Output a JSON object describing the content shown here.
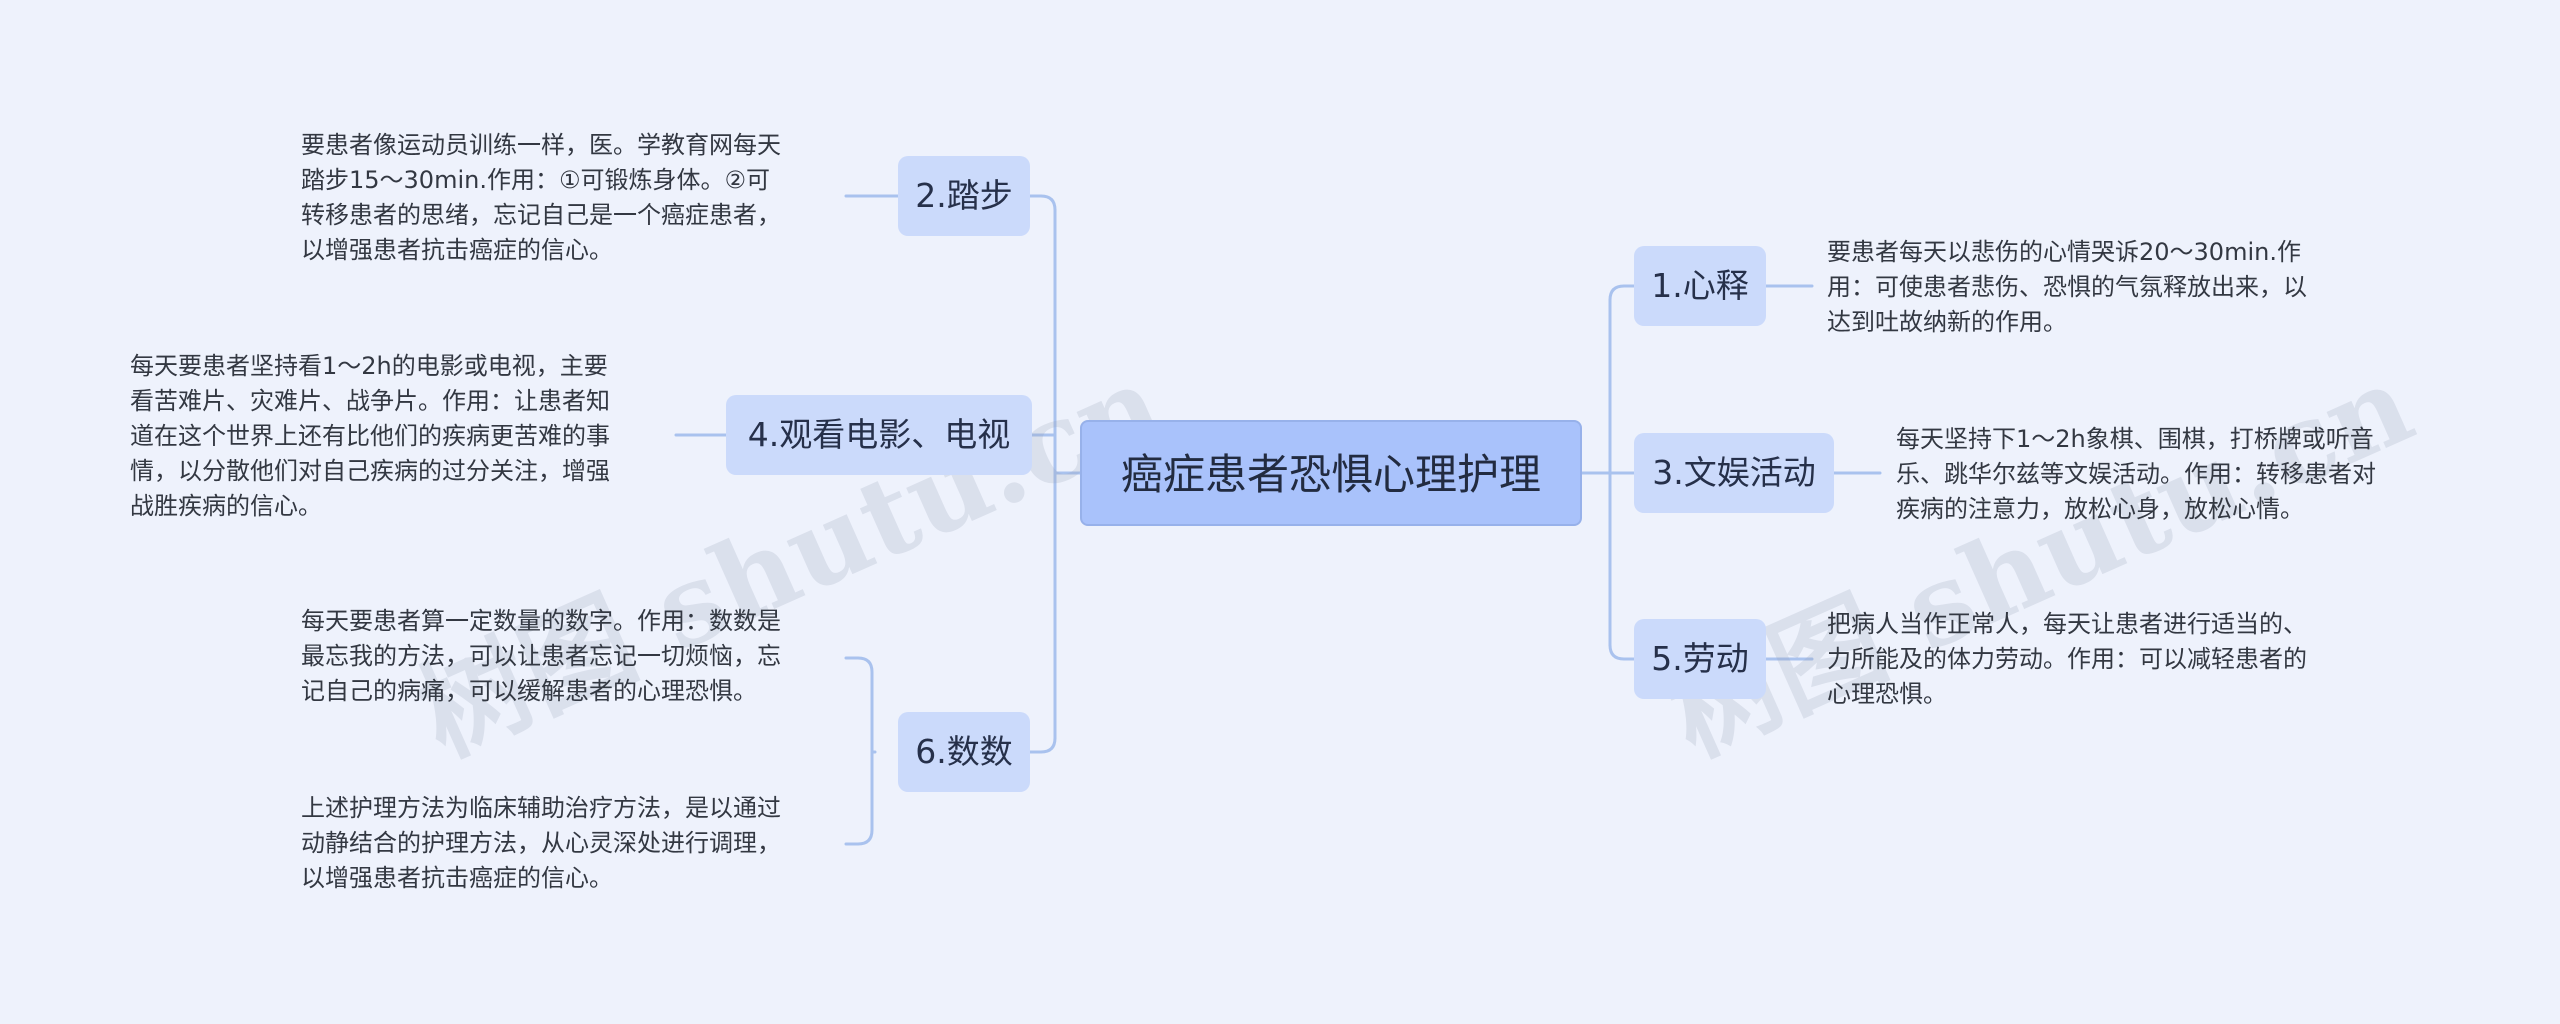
{
  "root": {
    "label": "癌症患者恐惧心理护理"
  },
  "branches": {
    "b1": {
      "label": "1.心释",
      "text": [
        "要患者每天以悲伤的心情哭诉20～30min.作",
        "用：可使患者悲伤、恐惧的气氛释放出来，以",
        "达到吐故纳新的作用。"
      ]
    },
    "b3": {
      "label": "3.文娱活动",
      "text": [
        "每天坚持下1～2h象棋、围棋，打桥牌或听音",
        "乐、跳华尔兹等文娱活动。作用：转移患者对",
        "疾病的注意力，放松心身，放松心情。"
      ]
    },
    "b5": {
      "label": "5.劳动",
      "text": [
        "把病人当作正常人，每天让患者进行适当的、",
        "力所能及的体力劳动。作用：可以减轻患者的",
        "心理恐惧。"
      ]
    },
    "b2": {
      "label": "2.踏步",
      "text": [
        "要患者像运动员训练一样，医。学教育网每天",
        "踏步15～30min.作用：①可锻炼身体。②可",
        "转移患者的思绪，忘记自己是一个癌症患者，",
        "以增强患者抗击癌症的信心。"
      ]
    },
    "b4": {
      "label": "4.观看电影、电视",
      "text": [
        "每天要患者坚持看1～2h的电影或电视，主要",
        "看苦难片、灾难片、战争片。作用：让患者知",
        "道在这个世界上还有比他们的疾病更苦难的事",
        "情，以分散他们对自己疾病的过分关注，增强",
        "战胜疾病的信心。"
      ]
    },
    "b6": {
      "label": "6.数数",
      "text_a": [
        "每天要患者算一定数量的数字。作用：数数是",
        "最忘我的方法，可以让患者忘记一切烦恼，忘",
        "记自己的病痛，可以缓解患者的心理恐惧。"
      ],
      "text_b": [
        "上述护理方法为临床辅助治疗方法，是以通过",
        "动静结合的护理方法，从心灵深处进行调理，",
        "以增强患者抗击癌症的信心。"
      ]
    }
  },
  "watermarks": [
    "树图 shutu.cn",
    "树图 shutu.cn"
  ],
  "colors": {
    "background": "#eef2fc",
    "root_fill": "#a9c2fb",
    "branch_fill": "#cbdafb",
    "connector": "#a9c2ee"
  }
}
